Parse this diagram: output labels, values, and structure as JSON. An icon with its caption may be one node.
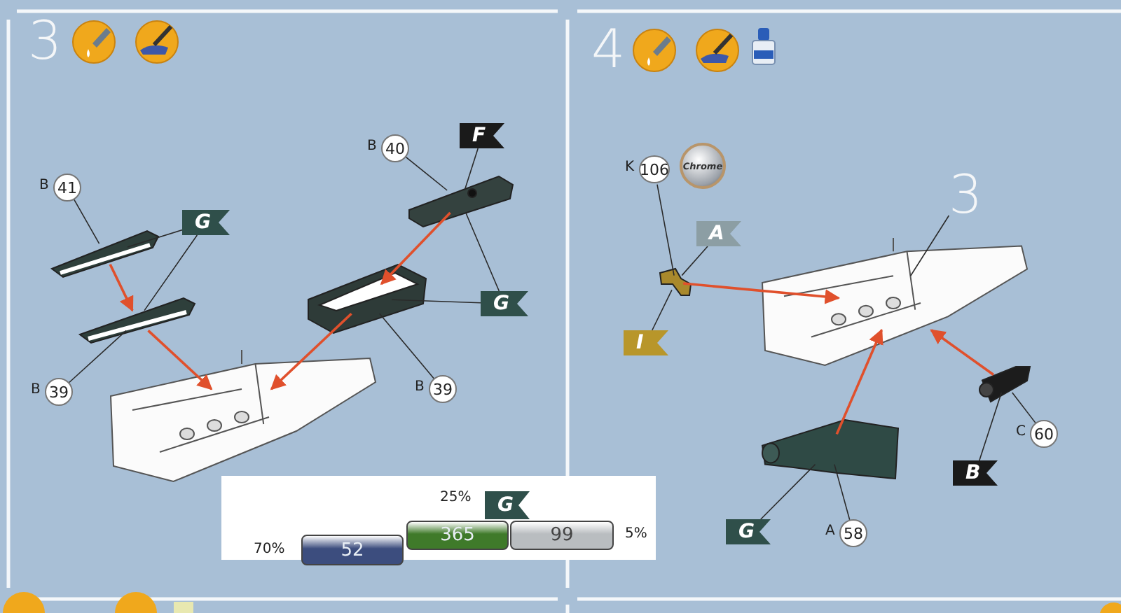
{
  "diagram": {
    "nodes": [
      {
        "text": [
          "41"
        ],
        "beside": [
          "B"
        ]
      },
      {
        "text": [
          "G"
        ]
      },
      {
        "text": [],
        "shape": "picture"
      },
      {
        "text": [],
        "shape": "picture"
      },
      {
        "text": [
          "39"
        ],
        "beside": [
          "B"
        ]
      },
      {
        "text": [
          "40"
        ],
        "beside": [
          "B"
        ]
      },
      {
        "text": [
          "F"
        ]
      },
      {
        "text": [],
        "shape": "picture"
      },
      {
        "text": [],
        "shape": "picture"
      },
      {
        "text": [
          "G"
        ]
      },
      {
        "text": [
          "39"
        ],
        "beside": [
          "B"
        ]
      },
      {
        "text": [],
        "shape": "picture"
      },
      {
        "text": [
          "106"
        ],
        "beside": [
          "K"
        ]
      },
      {
        "text": [
          "Chrome"
        ]
      },
      {
        "text": [
          "A"
        ]
      },
      {
        "text": [],
        "shape": "picture"
      },
      {
        "text": [
          "I"
        ]
      },
      {
        "text": [],
        "shape": "picture"
      },
      {
        "text": [
          "3"
        ]
      },
      {
        "text": [],
        "shape": "picture"
      },
      {
        "text": [
          "G"
        ]
      },
      {
        "text": [
          "58"
        ],
        "beside": [
          "A"
        ]
      },
      {
        "text": [],
        "shape": "picture"
      },
      {
        "text": [
          "60"
        ],
        "beside": [
          "C"
        ]
      },
      {
        "text": [
          "B"
        ]
      },
      {
        "text": [],
        "shape": "box"
      },
      {
        "text": [
          "52"
        ],
        "in": 25,
        "beside": [
          "70%"
        ]
      },
      {
        "text": [
          "365"
        ],
        "in": 25,
        "beside": [
          "25%"
        ]
      },
      {
        "text": [
          "99"
        ],
        "in": 25,
        "beside": [
          "5%"
        ]
      },
      {
        "text": [
          "G"
        ],
        "in": 25
      }
    ],
    "edges": [
      {
        "from": 0,
        "to": 2,
        "arrow": "none"
      },
      {
        "from": 1,
        "to": 2,
        "arrow": "none"
      },
      {
        "from": 1,
        "to": 3,
        "arrow": "none"
      },
      {
        "from": 4,
        "to": 3,
        "arrow": "none"
      },
      {
        "from": 5,
        "to": 7,
        "arrow": "none"
      },
      {
        "from": 6,
        "to": 7,
        "arrow": "none"
      },
      {
        "from": 9,
        "to": 7,
        "arrow": "none"
      },
      {
        "from": 9,
        "to": 8,
        "arrow": "none"
      },
      {
        "from": 10,
        "to": 8,
        "arrow": "none"
      },
      {
        "from": 2,
        "to": 3,
        "arrow": "to",
        "color": "#e0502c"
      },
      {
        "from": 3,
        "to": 11,
        "arrow": "to",
        "color": "#e0502c"
      },
      {
        "from": 7,
        "to": 8,
        "arrow": "to",
        "color": "#e0502c"
      },
      {
        "from": 8,
        "to": 11,
        "arrow": "to",
        "color": "#e0502c"
      },
      {
        "from": 12,
        "to": 15,
        "arrow": "none"
      },
      {
        "from": 14,
        "to": 15,
        "arrow": "none"
      },
      {
        "from": 16,
        "to": 15,
        "arrow": "none"
      },
      {
        "from": 18,
        "to": 17,
        "arrow": "none"
      },
      {
        "from": 20,
        "to": 19,
        "arrow": "none"
      },
      {
        "from": 21,
        "to": 19,
        "arrow": "none"
      },
      {
        "from": 23,
        "to": 22,
        "arrow": "none"
      },
      {
        "from": 24,
        "to": 22,
        "arrow": "none"
      },
      {
        "from": 15,
        "to": 17,
        "arrow": "to",
        "color": "#e0502c"
      },
      {
        "from": 19,
        "to": 17,
        "arrow": "to",
        "color": "#e0502c"
      },
      {
        "from": 22,
        "to": 17,
        "arrow": "to",
        "color": "#e0502c"
      }
    ],
    "labels": [
      "3",
      "4"
    ]
  }
}
